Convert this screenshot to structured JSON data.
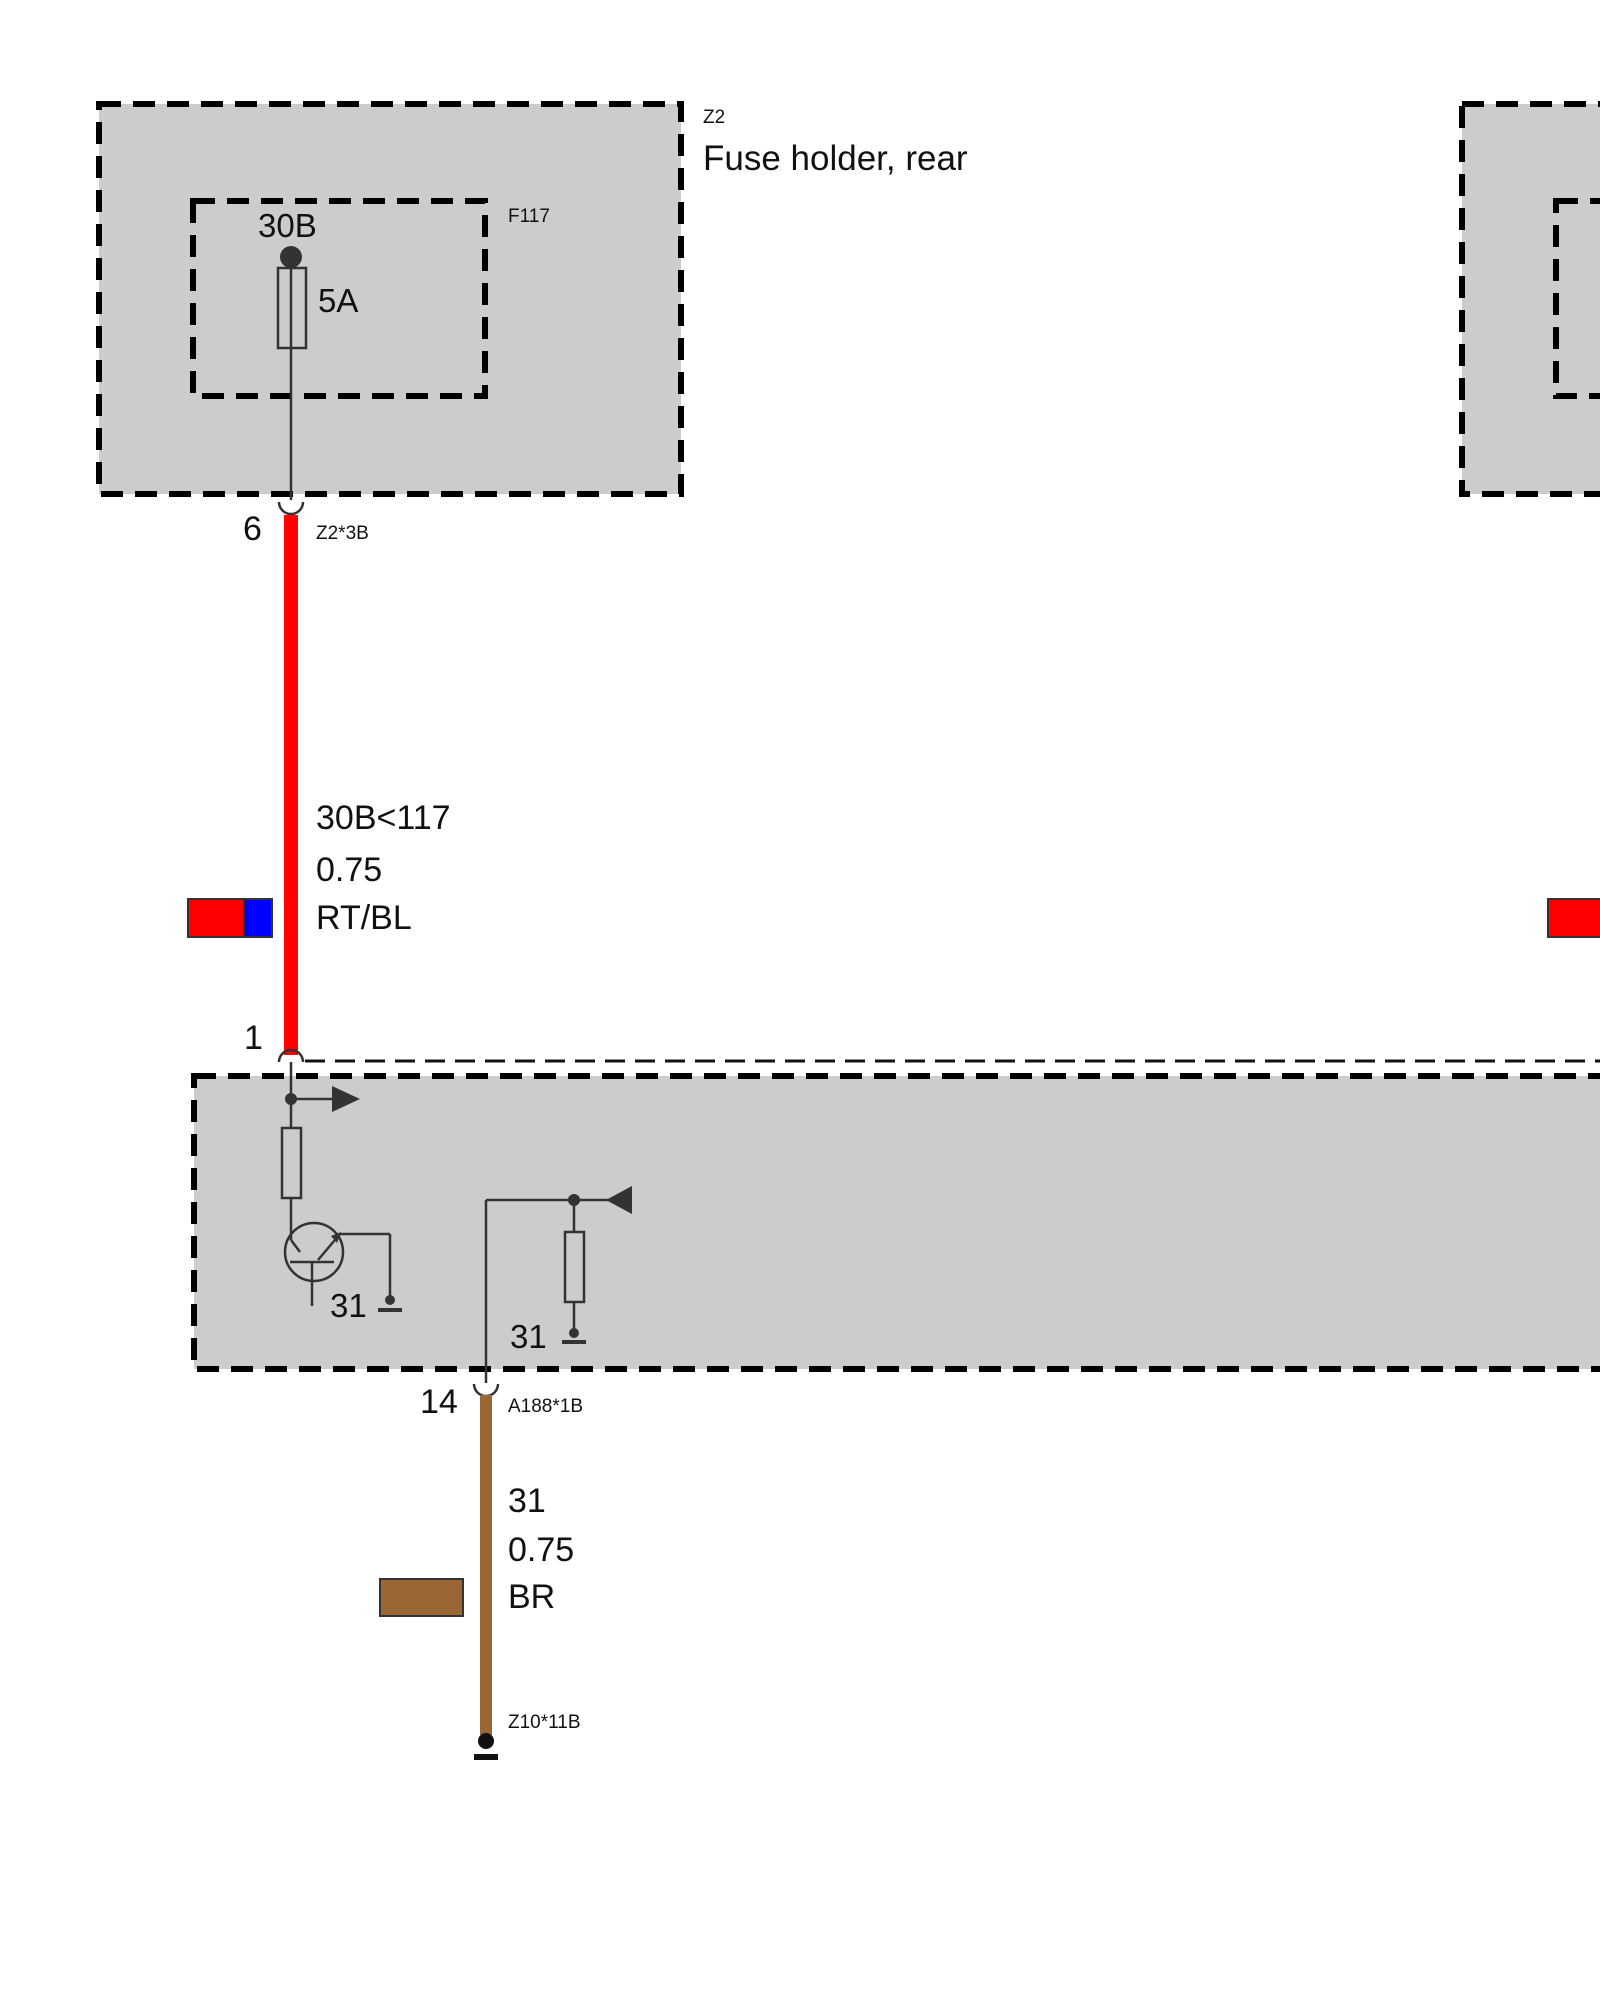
{
  "fuse_holder": {
    "id": "Z2",
    "title": "Fuse holder, rear",
    "fuse": {
      "id": "F117",
      "terminal": "30B",
      "rating": "5A"
    },
    "connector_pin": "6",
    "connector_id": "Z2*3B"
  },
  "wire_power": {
    "signal": "30B<117",
    "cross_section": "0.75",
    "color_code": "RT/BL",
    "colors": [
      "#ff0000",
      "#0000ff"
    ]
  },
  "control_unit": {
    "input_pin": "1",
    "ground_left": "31",
    "ground_right": "31",
    "output_pin": "14",
    "output_connector_id": "A188*1B"
  },
  "wire_ground": {
    "signal": "31",
    "cross_section": "0.75",
    "color_code": "BR",
    "colors": [
      "#9a6634"
    ]
  },
  "ground_point": {
    "id": "Z10*11B"
  },
  "right_partial": {
    "wire_colors": [
      "#ff0000"
    ]
  }
}
